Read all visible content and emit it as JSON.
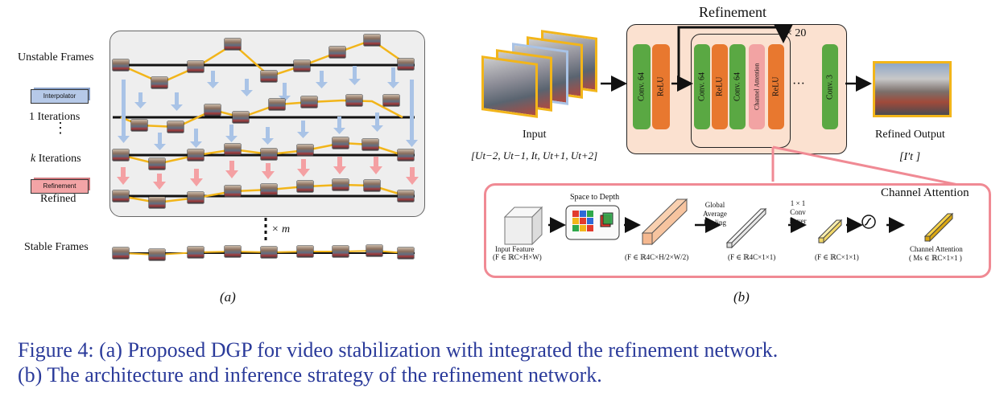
{
  "panel_a": {
    "row_labels": {
      "unstable": "Unstable Frames",
      "one_iter": "1 Iterations",
      "dots": "⋮",
      "k_iter": "Iterations",
      "k": "k",
      "refined": "Refined",
      "stable": "Stable Frames"
    },
    "chips": {
      "interpolator": "Interpolator",
      "refinement": "Refinement"
    },
    "repeat": "× m",
    "sub": "(a)"
  },
  "panel_b": {
    "title": "Refinement",
    "repeat": "× 20",
    "blocks": [
      "Conv. 64",
      "ReLU",
      "Conv. 64",
      "Conv. 64",
      "Channel Attention",
      "ReLU",
      "Conv. 3"
    ],
    "ellipsis": "···",
    "input_label": "Input",
    "input_math": "[U",
    "input_formula": "[Ut−2, Ut−1, It, Ut+1, Ut+2]",
    "output_label": "Refined Output",
    "output_formula": "[I′t ]",
    "ca": {
      "title": "Channel Attention",
      "s2d": "Space to Depth",
      "gap": "Global Average Pooling",
      "conv": "1 × 1 Conv Layer",
      "in_label": "Input Feature",
      "in_dim": "(F ∈ ℝC×H×W)",
      "dim1": "(F ∈ ℝ4C×H/2×W/2)",
      "dim2": "(F ∈ ℝ4C×1×1)",
      "dim3": "(F ∈ ℝC×1×1)",
      "out_label": "Channel Attention",
      "out_dim": "( Ms ∈ ℝC×1×1 )"
    },
    "sub": "(b)"
  },
  "caption": {
    "line1": "Figure 4: (a) Proposed DGP for video stabilization with integrated the refinement network.",
    "line2": "(b) The architecture and inference strategy of the refinement network."
  },
  "colors": {
    "conv": "#5aa843",
    "relu": "#e8782f",
    "ca": "#f2a3a3",
    "refine_bg": "#fbe1d0",
    "pink_border": "#f08a94",
    "blue_arrow": "#a9c3e6",
    "red_arrow": "#f4a0a3",
    "gold": "#f2b51a",
    "caption": "#2a3a9a"
  }
}
